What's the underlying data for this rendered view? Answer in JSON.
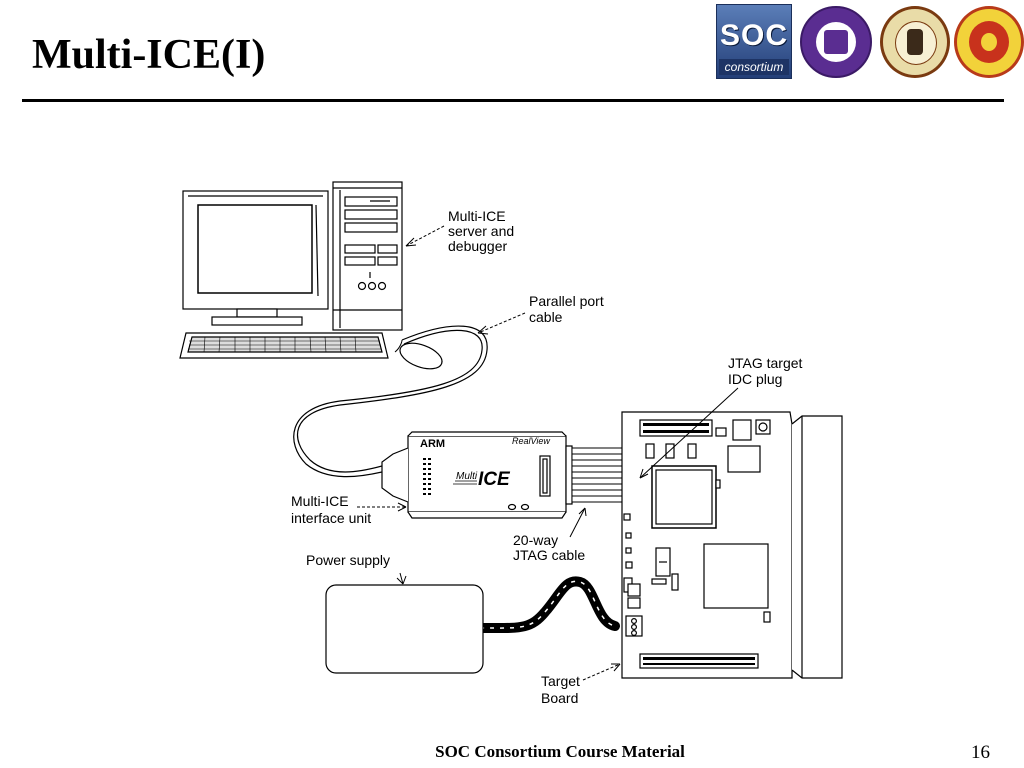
{
  "slide": {
    "title": "Multi-ICE(I)",
    "footer": "SOC Consortium Course Material",
    "page_number": "16"
  },
  "logos": {
    "soc": {
      "text": "SOC",
      "subtext": "consortium"
    },
    "seals": [
      "university-seal-purple",
      "university-seal-ntu",
      "university-seal-red"
    ]
  },
  "diagram": {
    "labels": {
      "server": [
        "Multi-ICE",
        "server and",
        "debugger"
      ],
      "parallel_cable": [
        "Parallel port",
        "cable"
      ],
      "jtag_plug": [
        "JTAG target",
        "IDC plug"
      ],
      "interface_unit": [
        "Multi-ICE",
        "interface unit"
      ],
      "jtag_cable": [
        "20-way",
        "JTAG cable"
      ],
      "power_supply": [
        "Power supply"
      ],
      "target_board": [
        "Target",
        "Board"
      ]
    },
    "device_text": {
      "brand": "ARM",
      "product_line": "RealView",
      "product_prefix": "Multi",
      "product_suffix": "ICE"
    }
  }
}
